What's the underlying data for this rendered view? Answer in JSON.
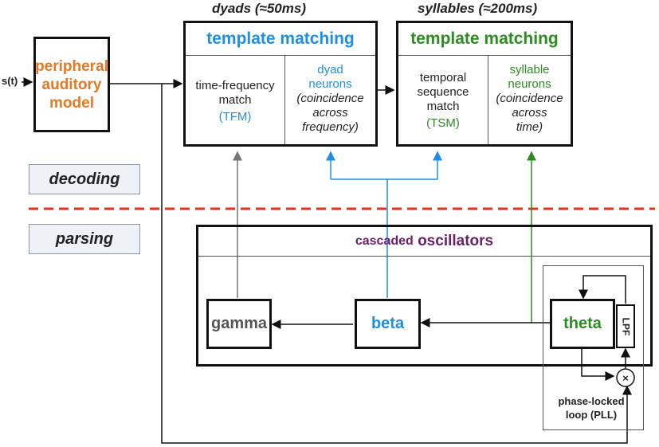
{
  "input_signal": "s(t)",
  "peripheral": {
    "line1": "peripheral",
    "line2": "auditory",
    "line3": "model"
  },
  "timescales": {
    "dyads": "dyads (≈50ms)",
    "syllables": "syllables (≈200ms)"
  },
  "tm_left": {
    "title": "template matching",
    "match_l1": "time-frequency",
    "match_l2": "match",
    "match_l3": "(TFM)",
    "neuron_l1": "dyad",
    "neuron_l2": "neurons",
    "neuron_l3": "(coincidence",
    "neuron_l4": "across",
    "neuron_l5": "frequency)"
  },
  "tm_right": {
    "title": "template matching",
    "match_l1": "temporal",
    "match_l2": "sequence",
    "match_l3": "match",
    "match_l4": "(TSM)",
    "neuron_l1": "syllable",
    "neuron_l2": "neurons",
    "neuron_l3": "(coincidence",
    "neuron_l4": "across",
    "neuron_l5": "time)"
  },
  "stages": {
    "decoding": "decoding",
    "parsing": "parsing"
  },
  "oscillators": {
    "title_part1": "cascaded",
    "title_part2": "oscillators"
  },
  "osc": {
    "gamma": "gamma",
    "beta": "beta",
    "theta": "theta"
  },
  "pll": {
    "lpf": "LPF",
    "multiply": "×",
    "label_l1": "phase-locked",
    "label_l2": "loop (PLL)"
  },
  "colors": {
    "orange": "#e87722",
    "blue": "#1f8ee6",
    "green": "#2e8b22",
    "purple": "#6a1f6a",
    "gray": "#555555",
    "red_dash": "#e8321e"
  }
}
